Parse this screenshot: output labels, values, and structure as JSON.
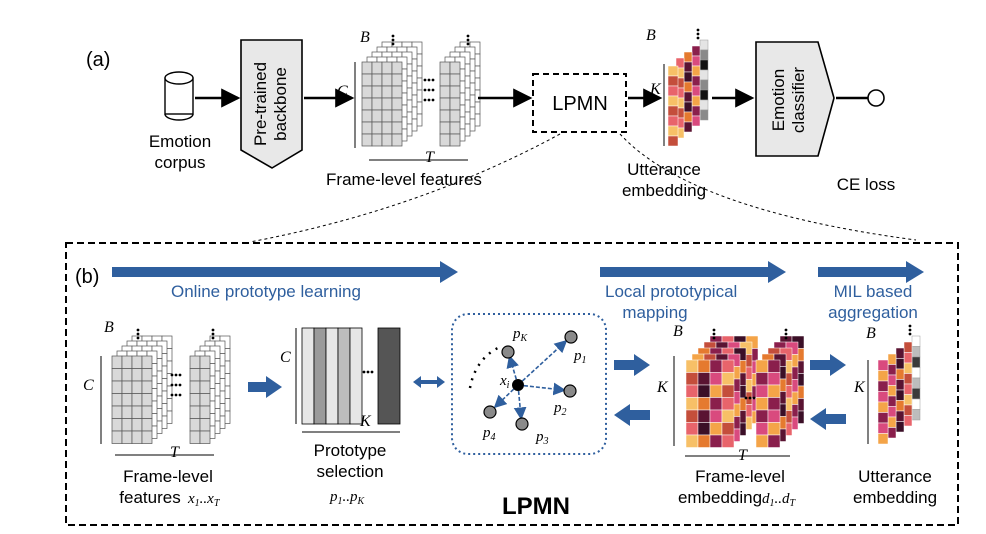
{
  "panel_a": {
    "tag": "(a)",
    "corpus_label_1": "Emotion",
    "corpus_label_2": "corpus",
    "backbone_line_1": "Pre-trained",
    "backbone_line_2": "backbone",
    "dim_B": "B",
    "dim_C": "C",
    "dim_T": "T",
    "dim_K": "K",
    "frame_features_label": "Frame-level features",
    "lpmn_box": "LPMN",
    "utterance_label_1": "Utterance",
    "utterance_label_2": "embedding",
    "classifier_line_1": "Emotion",
    "classifier_line_2": "classifier",
    "loss_label": "CE loss"
  },
  "panel_b": {
    "tag": "(b)",
    "arrow_online": "Online prototype learning",
    "arrow_local_1": "Local prototypical",
    "arrow_local_2": "mapping",
    "arrow_mil_1": "MIL based",
    "arrow_mil_2": "aggregation",
    "dim_B": "B",
    "dim_C": "C",
    "dim_T": "T",
    "dim_K": "K",
    "frame_features_1": "Frame-level",
    "frame_features_2": "features",
    "frame_features_math": "x1..xT",
    "prototype_1": "Prototype",
    "prototype_2": "selection",
    "prototype_math": "p1..pK",
    "node_center": "xi",
    "node_pK": "pK",
    "node_p1": "p1",
    "node_p2": "p2",
    "node_p3": "p3",
    "node_p4": "p4",
    "frame_embedding_1": "Frame-level",
    "frame_embedding_2": "embedding",
    "frame_embedding_math": "d1..dT",
    "utterance_1": "Utterance",
    "utterance_2": "embedding",
    "title": "LPMN"
  },
  "colors": {
    "accent_blue": "#2f5f9e",
    "grid_gray": "#d9d9d9",
    "emb_palette": [
      "#f7c067",
      "#f4a448",
      "#e57a2f",
      "#c44e3b",
      "#8a1f4c",
      "#5a1432",
      "#e8646b",
      "#d94a7e",
      "#3b0f27"
    ],
    "gray_palette": [
      "#ffffff",
      "#e4e4e4",
      "#bdbdbd",
      "#8a8a8a",
      "#3a3a3a",
      "#111111"
    ]
  }
}
